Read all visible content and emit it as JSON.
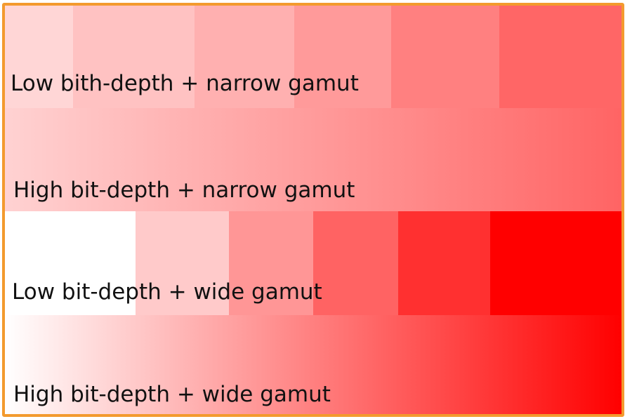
{
  "frame": {
    "border_color": "#f39a2e"
  },
  "bands": [
    {
      "label": "Low bith-depth + narrow gamut",
      "mode": "steps",
      "colors": [
        "#ffd6d6",
        "#ffc2c2",
        "#ffb0b0",
        "#ff9a9a",
        "#ff8080",
        "#ff6666"
      ]
    },
    {
      "label": "High bit-depth + narrow gamut",
      "mode": "gradient",
      "gradient_from": "#ffd2d2",
      "gradient_to": "#ff6464"
    },
    {
      "label": "Low bit-depth + wide gamut",
      "mode": "steps",
      "colors": [
        "#ffffff",
        "#ffcaca",
        "#ff9696",
        "#ff6363",
        "#ff3030",
        "#ff0000"
      ]
    },
    {
      "label": "High bit-depth + wide gamut",
      "mode": "gradient",
      "gradient_from": "#ffffff",
      "gradient_to": "#ff0000"
    }
  ]
}
